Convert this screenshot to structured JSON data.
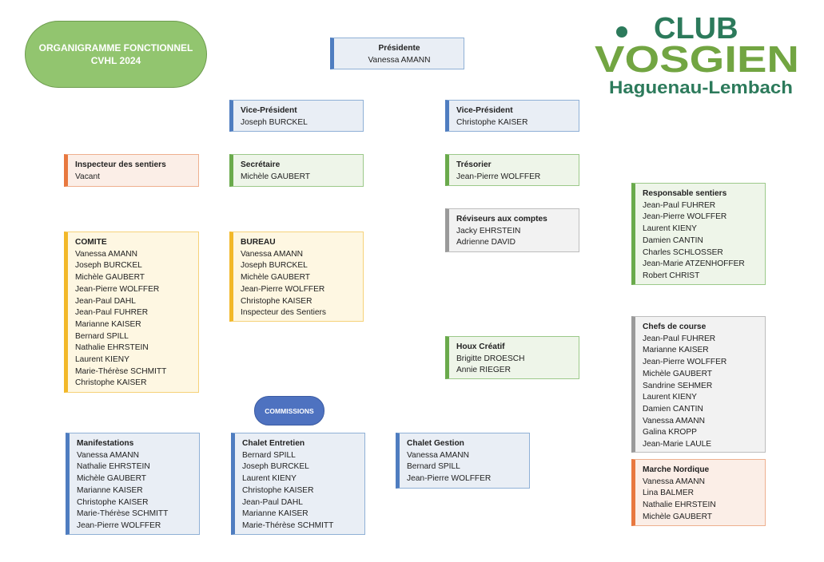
{
  "title": {
    "line1": "ORGANIGRAMME FONCTIONNEL",
    "line2": "CVHL 2024"
  },
  "logo": {
    "word1": "CLUB",
    "word2": "VOSGIEN",
    "word3": "Haguenau-Lembach",
    "color_dark": "#2c7a5b",
    "color_light": "#72a542"
  },
  "commissions_label": "COMMISSIONS",
  "colors": {
    "blue": "#4f7dc0",
    "green": "#6aaa4c",
    "orange": "#e8783f",
    "yellow": "#f2b829",
    "gray": "#9a9a9a"
  },
  "boxes": {
    "presidente": {
      "head": "Présidente",
      "members": [
        "Vanessa AMANN"
      ]
    },
    "vp1": {
      "head": "Vice-Président",
      "members": [
        "Joseph  BURCKEL"
      ]
    },
    "vp2": {
      "head": "Vice-Président",
      "members": [
        "Christophe KAISER"
      ]
    },
    "inspecteur": {
      "head": "Inspecteur des sentiers",
      "members": [
        "Vacant"
      ]
    },
    "secretaire": {
      "head": "Secrétaire",
      "members": [
        "Michèle  GAUBERT"
      ]
    },
    "tresorier": {
      "head": "Trésorier",
      "members": [
        "Jean-Pierre  WOLFFER"
      ]
    },
    "reviseurs": {
      "head": "Réviseurs aux comptes",
      "members": [
        "Jacky EHRSTEIN",
        "Adrienne DAVID"
      ]
    },
    "resp_sentiers": {
      "head": "Responsable sentiers",
      "members": [
        "Jean-Paul FUHRER",
        "Jean-Pierre WOLFFER",
        "Laurent KIENY",
        "Damien  CANTIN",
        "Charles  SCHLOSSER",
        "Jean-Marie  ATZENHOFFER",
        "Robert  CHRIST"
      ]
    },
    "comite": {
      "head": "COMITE",
      "members": [
        "Vanessa AMANN",
        "Joseph BURCKEL",
        "Michèle GAUBERT",
        "Jean-Pierre WOLFFER",
        "Jean-Paul DAHL",
        "Jean-Paul FUHRER",
        "Marianne KAISER",
        "Bernard SPILL",
        "Nathalie EHRSTEIN",
        "Laurent KIENY",
        "Marie-Thérèse SCHMITT",
        "Christophe KAISER"
      ]
    },
    "bureau": {
      "head": "BUREAU",
      "members": [
        "Vanessa AMANN",
        "Joseph BURCKEL",
        "Michèle GAUBERT",
        "Jean-Pierre WOLFFER",
        "Christophe KAISER",
        "Inspecteur  des Sentiers"
      ]
    },
    "houx": {
      "head": "Houx Créatif",
      "members": [
        "Brigitte DROESCH",
        "Annie RIEGER"
      ]
    },
    "chefs": {
      "head": "Chefs de course",
      "members": [
        "Jean-Paul FUHRER",
        "Marianne KAISER",
        "Jean-Pierre  WOLFFER",
        "Michèle   GAUBERT",
        "Sandrine    SEHMER",
        "Laurent KIENY",
        "Damien CANTIN",
        "Vanessa AMANN",
        "Galina KROPP",
        "Jean-Marie LAULE"
      ]
    },
    "manifestations": {
      "head": "Manifestations",
      "members": [
        "Vanessa AMANN",
        "Nathalie EHRSTEIN",
        "Michèle GAUBERT",
        "Marianne KAISER",
        "Christophe KAISER",
        "Marie-Thérèse  SCHMITT",
        "Jean-Pierre WOLFFER"
      ]
    },
    "chalet_entretien": {
      "head": "Chalet Entretien",
      "members": [
        "Bernard SPILL",
        "Joseph BURCKEL",
        "Laurent KIENY",
        "Christophe KAISER",
        "Jean-Paul DAHL",
        "Marianne KAISER",
        "Marie-Thérèse  SCHMITT"
      ]
    },
    "chalet_gestion": {
      "head": "Chalet Gestion",
      "members": [
        "Vanessa AMANN",
        "Bernard SPILL",
        "Jean-Pierre WOLFFER"
      ]
    },
    "marche": {
      "head": "Marche Nordique",
      "members": [
        "Vanessa AMANN",
        "Lina BALMER",
        "Nathalie EHRSTEIN",
        "Michèle GAUBERT"
      ]
    }
  }
}
